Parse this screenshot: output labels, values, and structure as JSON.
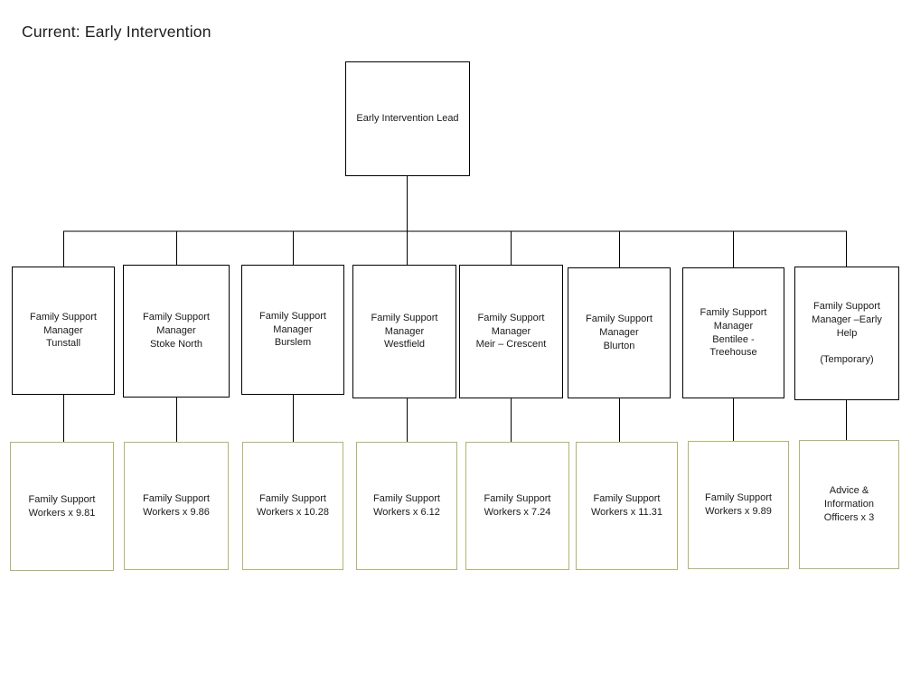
{
  "title": "Current: Early Intervention",
  "colors": {
    "root_border": "#000000",
    "manager_border": "#000000",
    "worker_border": "#b3b375",
    "connector": "#000000"
  },
  "root": {
    "label": "Early Intervention Lead"
  },
  "branches": [
    {
      "manager": "Family Support\nManager\nTunstall",
      "worker": "Family Support\nWorkers x 9.81"
    },
    {
      "manager": "Family Support\nManager\nStoke North",
      "worker": "Family Support\nWorkers x 9.86"
    },
    {
      "manager": "Family Support\nManager\nBurslem",
      "worker": "Family Support\nWorkers x 10.28"
    },
    {
      "manager": "Family Support\nManager\nWestfield",
      "worker": "Family Support\nWorkers x 6.12"
    },
    {
      "manager": "Family Support\nManager\nMeir – Crescent",
      "worker": "Family Support\nWorkers x 7.24"
    },
    {
      "manager": "Family Support\nManager\nBlurton",
      "worker": "Family Support\nWorkers x 11.31"
    },
    {
      "manager": "Family Support\nManager\nBentilee -\nTreehouse",
      "worker": "Family Support\nWorkers x 9.89"
    },
    {
      "manager": "Family Support\nManager –Early\nHelp\n\n(Temporary)",
      "worker": "Advice &\nInformation\nOfficers x 3"
    }
  ]
}
